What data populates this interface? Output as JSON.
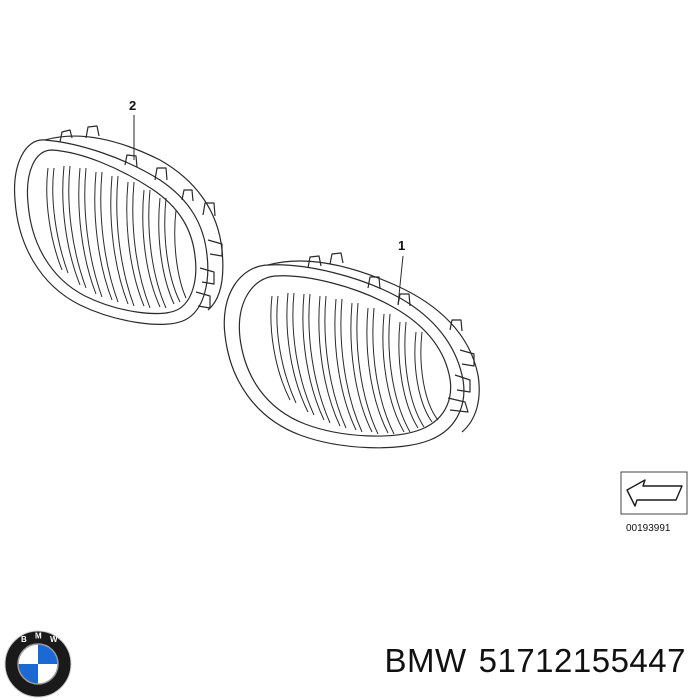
{
  "diagram": {
    "callouts": [
      {
        "id": "callout-1",
        "label": "1"
      },
      {
        "id": "callout-2",
        "label": "2"
      }
    ],
    "reference_code": "00193991"
  },
  "caption": {
    "brand": "BMW",
    "part_number": "51712155447",
    "logo_icon": "bmw-roundel-icon",
    "logo_colors": {
      "ring": "#1a1a1a",
      "blue": "#1c69d4",
      "white": "#ffffff"
    }
  }
}
